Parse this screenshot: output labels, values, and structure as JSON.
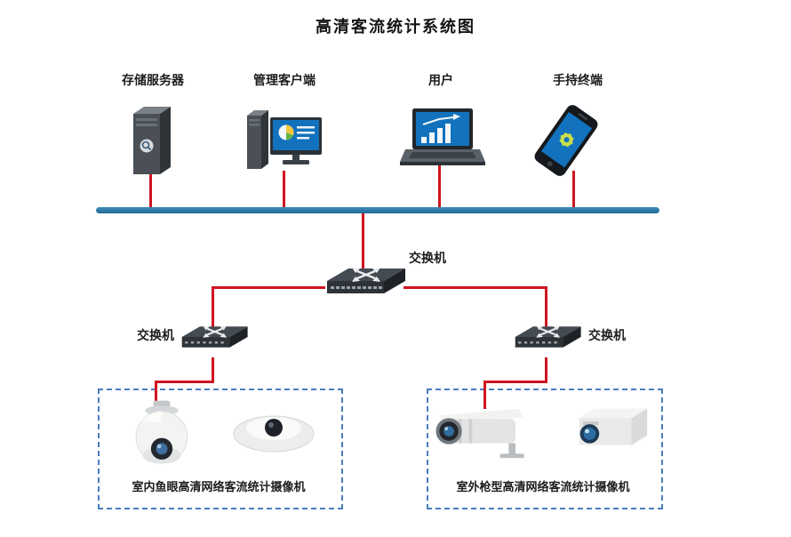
{
  "title": "高清客流统计系统图",
  "top_devices": [
    {
      "label": "存储服务器",
      "icon": "tower-server-icon"
    },
    {
      "label": "管理客户端",
      "icon": "desktop-computer-icon"
    },
    {
      "label": "用户",
      "icon": "laptop-icon"
    },
    {
      "label": "手持终端",
      "icon": "smartphone-icon"
    }
  ],
  "switches": {
    "core_label": "交换机",
    "left_label": "交换机",
    "right_label": "交换机",
    "icon": "network-switch-icon"
  },
  "camera_groups": {
    "indoor_label": "室内鱼眼高清网络客流统计摄像机",
    "outdoor_label": "室外枪型高清网络客流统计摄像机",
    "indoor_icons": [
      "dome-camera-icon",
      "fisheye-camera-icon"
    ],
    "outdoor_icons": [
      "bullet-camera-icon",
      "box-camera-icon"
    ]
  },
  "colors": {
    "bus_line": "#2a76a4",
    "link_line": "#cf1420",
    "group_border": "#4a7dbd",
    "screen_blue": "#1272bd",
    "title_text": "#141414"
  }
}
